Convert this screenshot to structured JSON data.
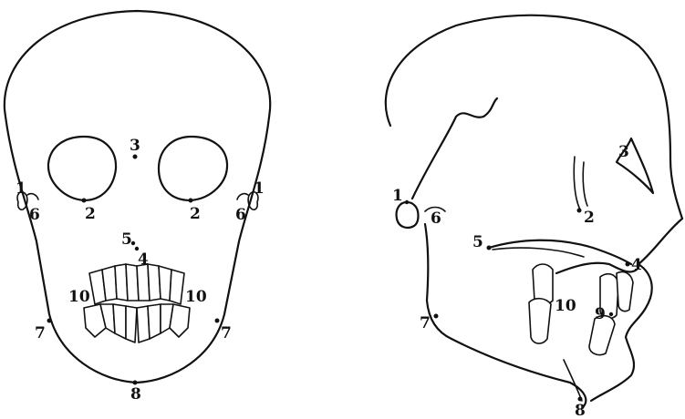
{
  "frontal_view": {
    "landmarks": {
      "p1_left": "1",
      "p1_right": "1",
      "p2_left": "2",
      "p2_right": "2",
      "p3": "3",
      "p4": "4",
      "p5": "5",
      "p6_left": "6",
      "p6_right": "6",
      "p7_left": "7",
      "p7_right": "7",
      "p8": "8",
      "p10_left": "10",
      "p10_right": "10"
    }
  },
  "lateral_view": {
    "landmarks": {
      "p1": "1",
      "p2": "2",
      "p3": "3",
      "p4": "4",
      "p5": "5",
      "p6": "6",
      "p7": "7",
      "p8": "8",
      "p9": "9",
      "p10": "10"
    }
  }
}
